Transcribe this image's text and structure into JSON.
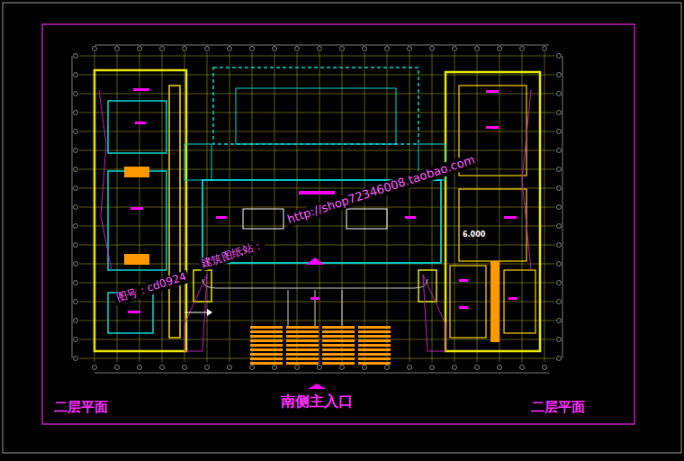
{
  "diagram": {
    "labels": [
      "二层平面",
      "南侧主入口",
      "二层平面",
      "图号：cd0924",
      "建筑图纸站：",
      "http://shop72346008.taobao.com",
      "6.000"
    ]
  }
}
